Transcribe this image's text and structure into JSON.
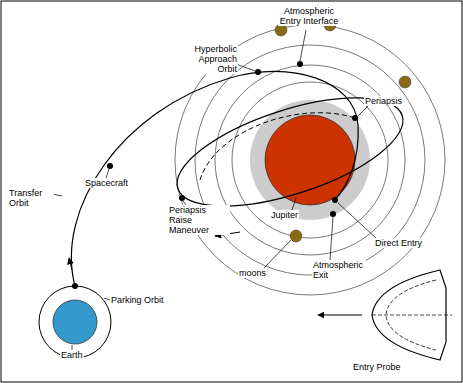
{
  "diagram": {
    "labels": [
      "Atmospheric Entry Interface",
      "Hyperbolic Approach Orbit",
      "Periapsis",
      "Transfer Orbit",
      "Spacecraft",
      "Periapsis Raise Maneuver",
      "Jupiter",
      "Direct Entry",
      "moons",
      "Atmospheric Exit",
      "Parking Orbit",
      "Earth",
      "Entry Probe"
    ]
  }
}
